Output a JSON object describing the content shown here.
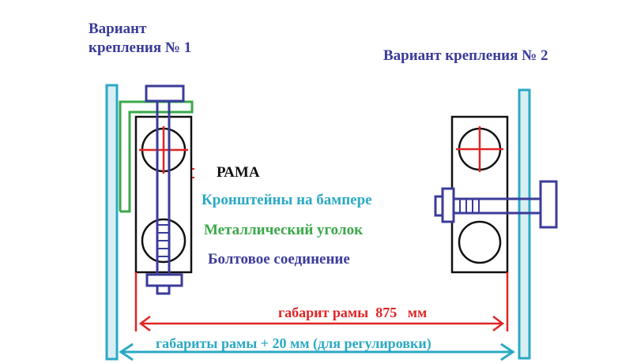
{
  "labels": {
    "variant1_line1": "Вариант",
    "variant1_line2": "крепления № 1",
    "variant2": "Вариант крепления № 2"
  },
  "legend": {
    "frame": "РАМА",
    "bracket": "Кронштейны на бампере",
    "angle": "Металлический уголок",
    "bolt": "Болтовое соединение"
  },
  "dimensions": {
    "frame_size": "габарит рамы  875   мм",
    "frame_plus": "габариты рамы + 20 мм (для регулировки)"
  },
  "colors": {
    "frame": "#111111",
    "bracket": "#2aa9c4",
    "angle": "#3aa84a",
    "bolt": "#3b3b9b",
    "dimension": "#e02424",
    "bracket_fill": "#d9eef3"
  }
}
